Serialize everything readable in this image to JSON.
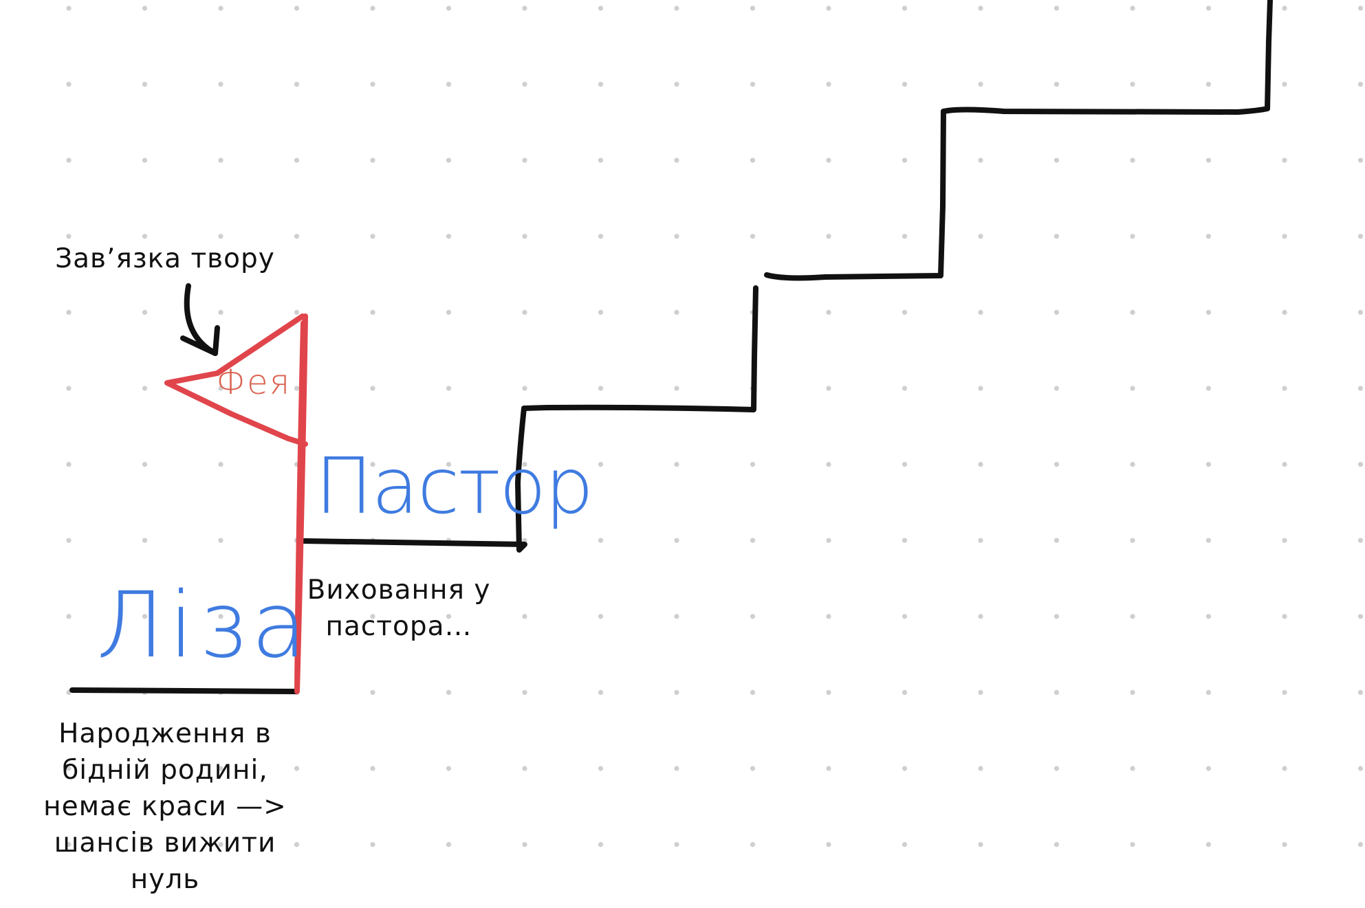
{
  "canvas": {
    "background": "#ffffff",
    "dot_color": "#cfcfcf"
  },
  "colors": {
    "stair_line": "#111111",
    "flag": "#e0454b",
    "fairy_text": "#d9624f",
    "character_text": "#3f7be0",
    "note_text": "#111111"
  },
  "labels": {
    "plot_start": "Зав’язка твору",
    "fairy": "Фея",
    "liza": "Ліза",
    "pastor": "Пастор",
    "birth_note": "Народження в\nбідній родині,\nнемає краси —>\nшансів вижити\nнуль",
    "upbringing_note": "Виховання у\nпастора…"
  },
  "icons": {
    "arrow": "curved-arrow-down-right-icon",
    "flag": "flag-icon"
  }
}
